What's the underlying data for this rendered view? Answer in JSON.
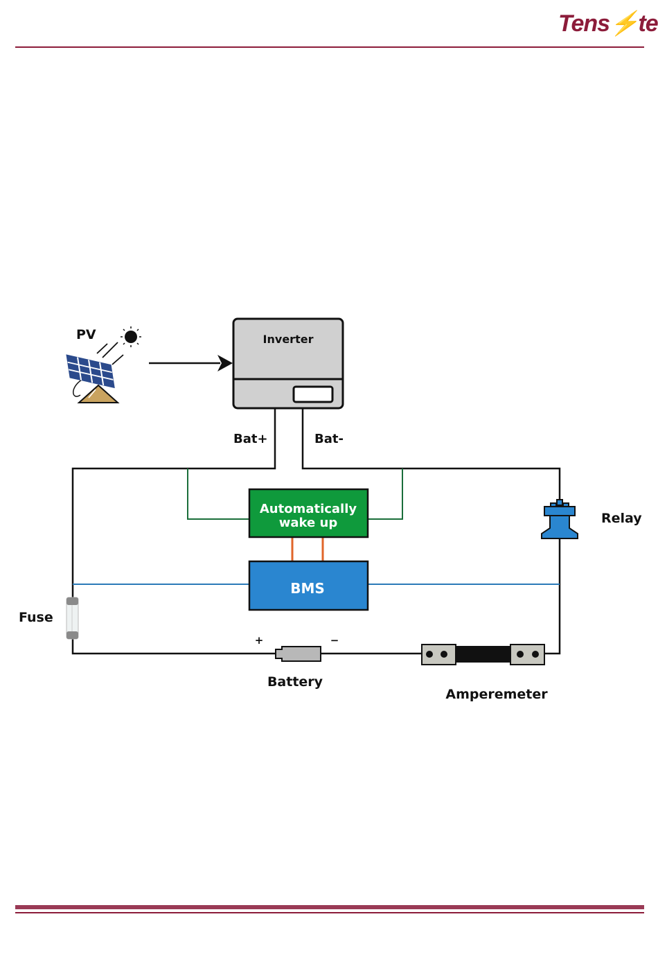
{
  "header": {
    "logo_text_a": "Tens",
    "logo_bolt": "ϟ",
    "logo_text_b": "te",
    "brand_color": "#8c1c3a",
    "bolt_color": "#2b4f9e"
  },
  "diagram": {
    "pv_label": "PV",
    "inverter_label": "Inverter",
    "bat_plus_label": "Bat+",
    "bat_minus_label": "Bat-",
    "wakeup_label_line1": "Automatically",
    "wakeup_label_line2": "wake up",
    "bms_label": "BMS",
    "relay_label": "Relay",
    "fuse_label": "Fuse",
    "battery_label": "Battery",
    "battery_plus": "+",
    "battery_minus": "−",
    "amperemeter_label": "Amperemeter",
    "colors": {
      "wakeup_fill": "#0f9a3c",
      "bms_fill": "#2a86d0",
      "relay_fill": "#2a86d0",
      "inverter_fill": "#d0d0d0",
      "green_wire": "#1a6e3a",
      "blue_wire": "#2a7ab8",
      "orange_wire": "#e0652a"
    }
  }
}
